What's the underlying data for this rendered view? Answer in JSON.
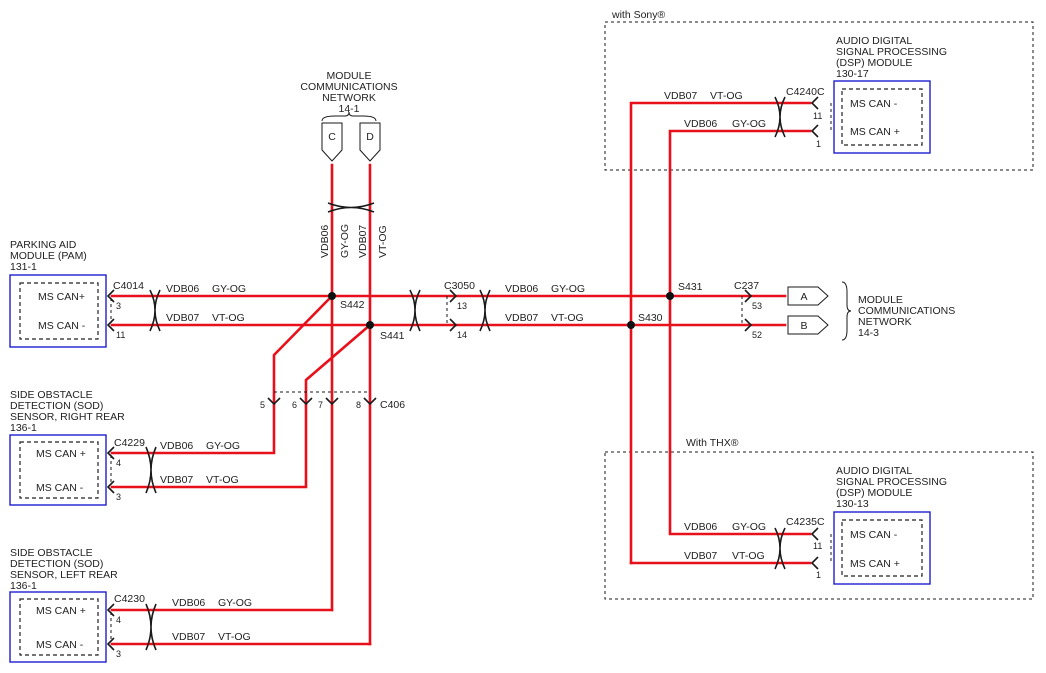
{
  "colors": {
    "wire": "#e8101a",
    "module_border": "#1f1fcf",
    "line": "#1a1a1a"
  },
  "pam": {
    "name_line1": "PARKING AID",
    "name_line2": "MODULE (PAM)",
    "ref": "131-1",
    "pin_plus": "MS CAN+",
    "pin_minus": "MS CAN -",
    "connector": "C4014",
    "pin_top": "3",
    "pin_bottom": "11",
    "w_top_circuit": "VDB06",
    "w_top_color": "GY-OG",
    "w_bot_circuit": "VDB07",
    "w_bot_color": "VT-OG"
  },
  "mcn_top": {
    "line1": "MODULE",
    "line2": "COMMUNICATIONS",
    "line3": "NETWORK",
    "ref": "14-1",
    "c": "C",
    "d": "D",
    "v1": "VDB06",
    "v2": "GY-OG",
    "v3": "VDB07",
    "v4": "VT-OG"
  },
  "splices": {
    "s442": "S442",
    "s441": "S441",
    "s431": "S431",
    "s430": "S430"
  },
  "c3050": {
    "connector": "C3050",
    "pin_top": "13",
    "pin_bottom": "14",
    "w_top_circuit": "VDB06",
    "w_top_color": "GY-OG",
    "w_bot_circuit": "VDB07",
    "w_bot_color": "VT-OG"
  },
  "c237": {
    "connector": "C237",
    "pin_top": "53",
    "pin_bottom": "52"
  },
  "mcn_right": {
    "a": "A",
    "b": "B",
    "line1": "MODULE",
    "line2": "COMMUNICATIONS",
    "line3": "NETWORK",
    "ref": "14-3"
  },
  "c406": {
    "connector": "C406",
    "p5": "5",
    "p6": "6",
    "p7": "7",
    "p8": "8"
  },
  "sod_rr": {
    "line1": "SIDE OBSTACLE",
    "line2": "DETECTION (SOD)",
    "line3": "SENSOR, RIGHT REAR",
    "ref": "136-1",
    "pin_plus": "MS CAN +",
    "pin_minus": "MS CAN -",
    "connector": "C4229",
    "pin_top": "4",
    "pin_bottom": "3",
    "w_top_circuit": "VDB06",
    "w_top_color": "GY-OG",
    "w_bot_circuit": "VDB07",
    "w_bot_color": "VT-OG"
  },
  "sod_lr": {
    "line1": "SIDE OBSTACLE",
    "line2": "DETECTION (SOD)",
    "line3": "SENSOR, LEFT REAR",
    "ref": "136-1",
    "pin_plus": "MS CAN +",
    "pin_minus": "MS CAN -",
    "connector": "C4230",
    "pin_top": "4",
    "pin_bottom": "3",
    "w_top_circuit": "VDB06",
    "w_top_color": "GY-OG",
    "w_bot_circuit": "VDB07",
    "w_bot_color": "VT-OG"
  },
  "sony": {
    "option": "with Sony®",
    "line1": "AUDIO DIGITAL",
    "line2": "SIGNAL PROCESSING",
    "line3": "(DSP) MODULE",
    "ref": "130-17",
    "pin_minus": "MS CAN -",
    "pin_plus": "MS CAN +",
    "connector": "C4240C",
    "pin_top": "11",
    "pin_bottom": "1",
    "w_top_circuit": "VDB07",
    "w_top_color": "VT-OG",
    "w_bot_circuit": "VDB06",
    "w_bot_color": "GY-OG"
  },
  "thx": {
    "option": "With THX®",
    "line1": "AUDIO DIGITAL",
    "line2": "SIGNAL PROCESSING",
    "line3": "(DSP) MODULE",
    "ref": "130-13",
    "pin_minus": "MS CAN -",
    "pin_plus": "MS CAN +",
    "connector": "C4235C",
    "pin_top": "11",
    "pin_bottom": "1",
    "w_top_circuit": "VDB06",
    "w_top_color": "GY-OG",
    "w_bot_circuit": "VDB07",
    "w_bot_color": "VT-OG"
  }
}
